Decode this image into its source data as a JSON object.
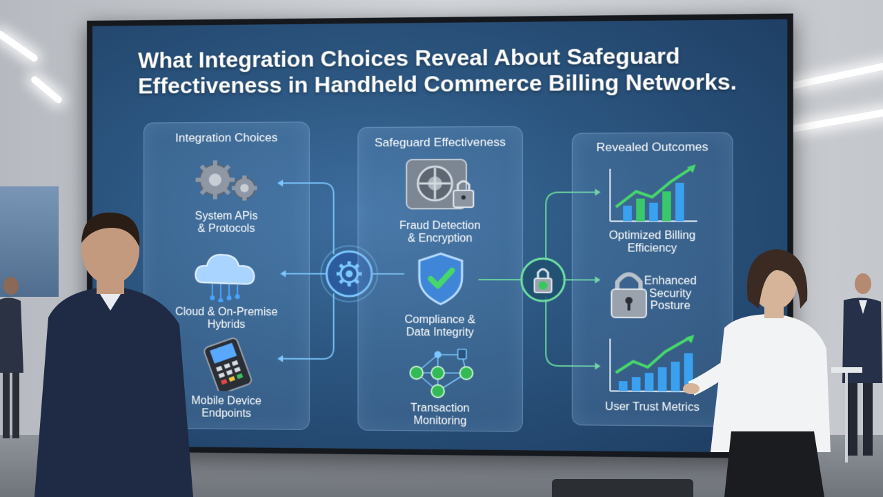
{
  "title": {
    "line1": "What Integration Choices Reveal About Safeguard",
    "line2": "Effectiveness in Handheld Commerce Billing Networks."
  },
  "columns": {
    "integration": {
      "heading": "Integration Choices",
      "items": [
        {
          "line1": "System APis",
          "line2": "& Protocols",
          "icon": "gears-icon"
        },
        {
          "line1": "Cloud & On-Premise",
          "line2": "Hybrids",
          "icon": "cloud-icon"
        },
        {
          "line1": "Mobile Device",
          "line2": "Endpoints",
          "icon": "payment-terminal-icon"
        }
      ]
    },
    "safeguard": {
      "heading": "Safeguard Effectiveness",
      "items": [
        {
          "line1": "Fraud Detection",
          "line2": "& Encryption",
          "icon": "vault-lock-icon"
        },
        {
          "line1": "Compliance &",
          "line2": "Data Integrity",
          "icon": "shield-check-icon"
        },
        {
          "line1": "Transaction",
          "line2": "Monitoring",
          "icon": "network-check-icon"
        }
      ]
    },
    "outcomes": {
      "heading": "Revealed Outcomes",
      "items": [
        {
          "line1": "Optimized Billing",
          "line2": "Efficiency",
          "icon": "rising-bar-chart-icon"
        },
        {
          "line1": "Enhanced",
          "line2": "Security",
          "line3": "Posture",
          "icon": "padlock-icon"
        },
        {
          "line1": "User Trust Metrics",
          "icon": "growth-chart-icon"
        }
      ]
    }
  },
  "colors": {
    "accent_green": "#35c95a",
    "accent_blue": "#4aa3ff",
    "screen_dark": "#1d3b60"
  }
}
